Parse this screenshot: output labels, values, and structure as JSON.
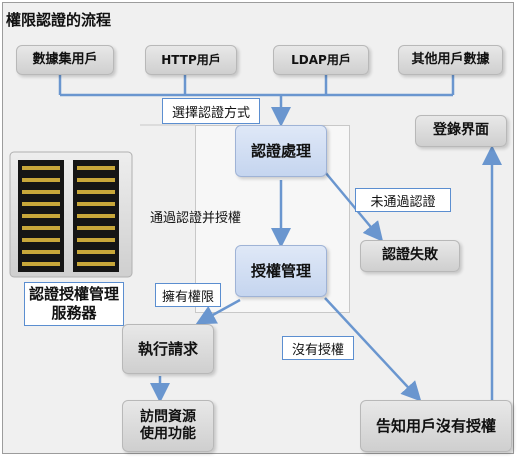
{
  "title": "權限認證的流程",
  "sources": [
    "數據集用戶",
    "HTTP用戶",
    "LDAP用戶",
    "其他用戶數據"
  ],
  "nodes": {
    "auth_process": "認證處理",
    "authz_manage": "授權管理",
    "auth_fail": "認證失敗",
    "login_page": "登錄界面",
    "exec_request": "執行請求",
    "access_resource": "訪問資源使用功能",
    "notify_no_auth": "告知用戶沒有授權"
  },
  "labels": {
    "select_method": "選擇認證方式",
    "auth_failed_edge": "未通過認證",
    "passed_authz": "通過認證并授權",
    "has_permission": "擁有權限",
    "no_permission": "沒有授權",
    "server": "認證授權管理服務器"
  },
  "colors": {
    "arrow": "#6a96cf",
    "box_border": "#5b8ed0",
    "blue_node": "#c5d5ef",
    "gray_node": "#d6d6d6"
  }
}
